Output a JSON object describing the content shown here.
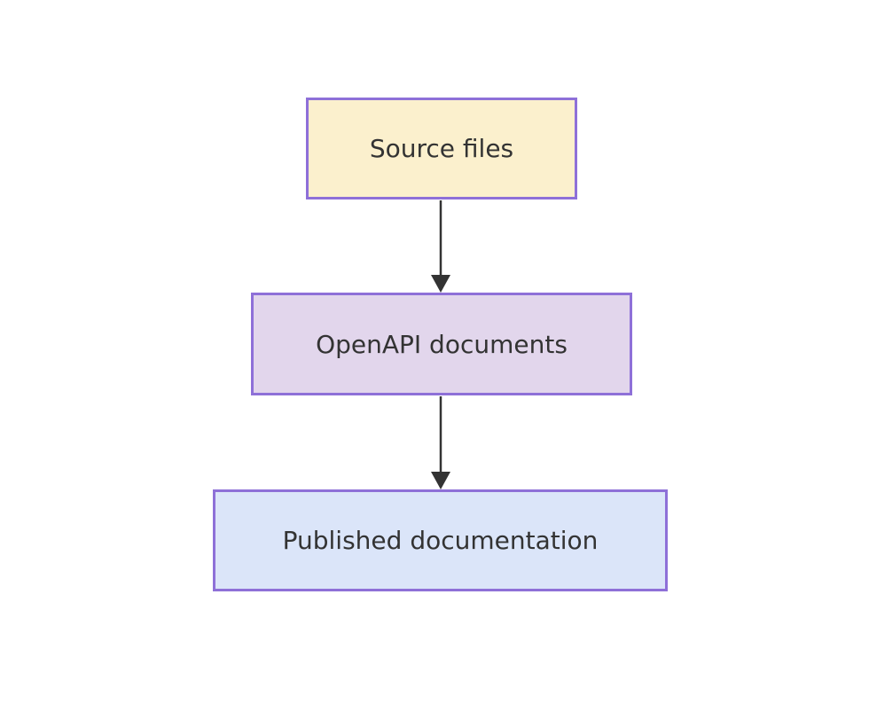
{
  "diagram": {
    "type": "flowchart",
    "direction": "top-down",
    "nodes": [
      {
        "id": "source",
        "label": "Source files",
        "fill": "#fbf0cd",
        "border": "#8e70d8"
      },
      {
        "id": "openapi",
        "label": "OpenAPI documents",
        "fill": "#e2d6ec",
        "border": "#8e70d8"
      },
      {
        "id": "published",
        "label": "Published documentation",
        "fill": "#dbe5f9",
        "border": "#8e70d8"
      }
    ],
    "edges": [
      {
        "from": "source",
        "to": "openapi"
      },
      {
        "from": "openapi",
        "to": "published"
      }
    ],
    "colors": {
      "arrow": "#333333",
      "text": "#333333",
      "background": "#ffffff"
    }
  }
}
